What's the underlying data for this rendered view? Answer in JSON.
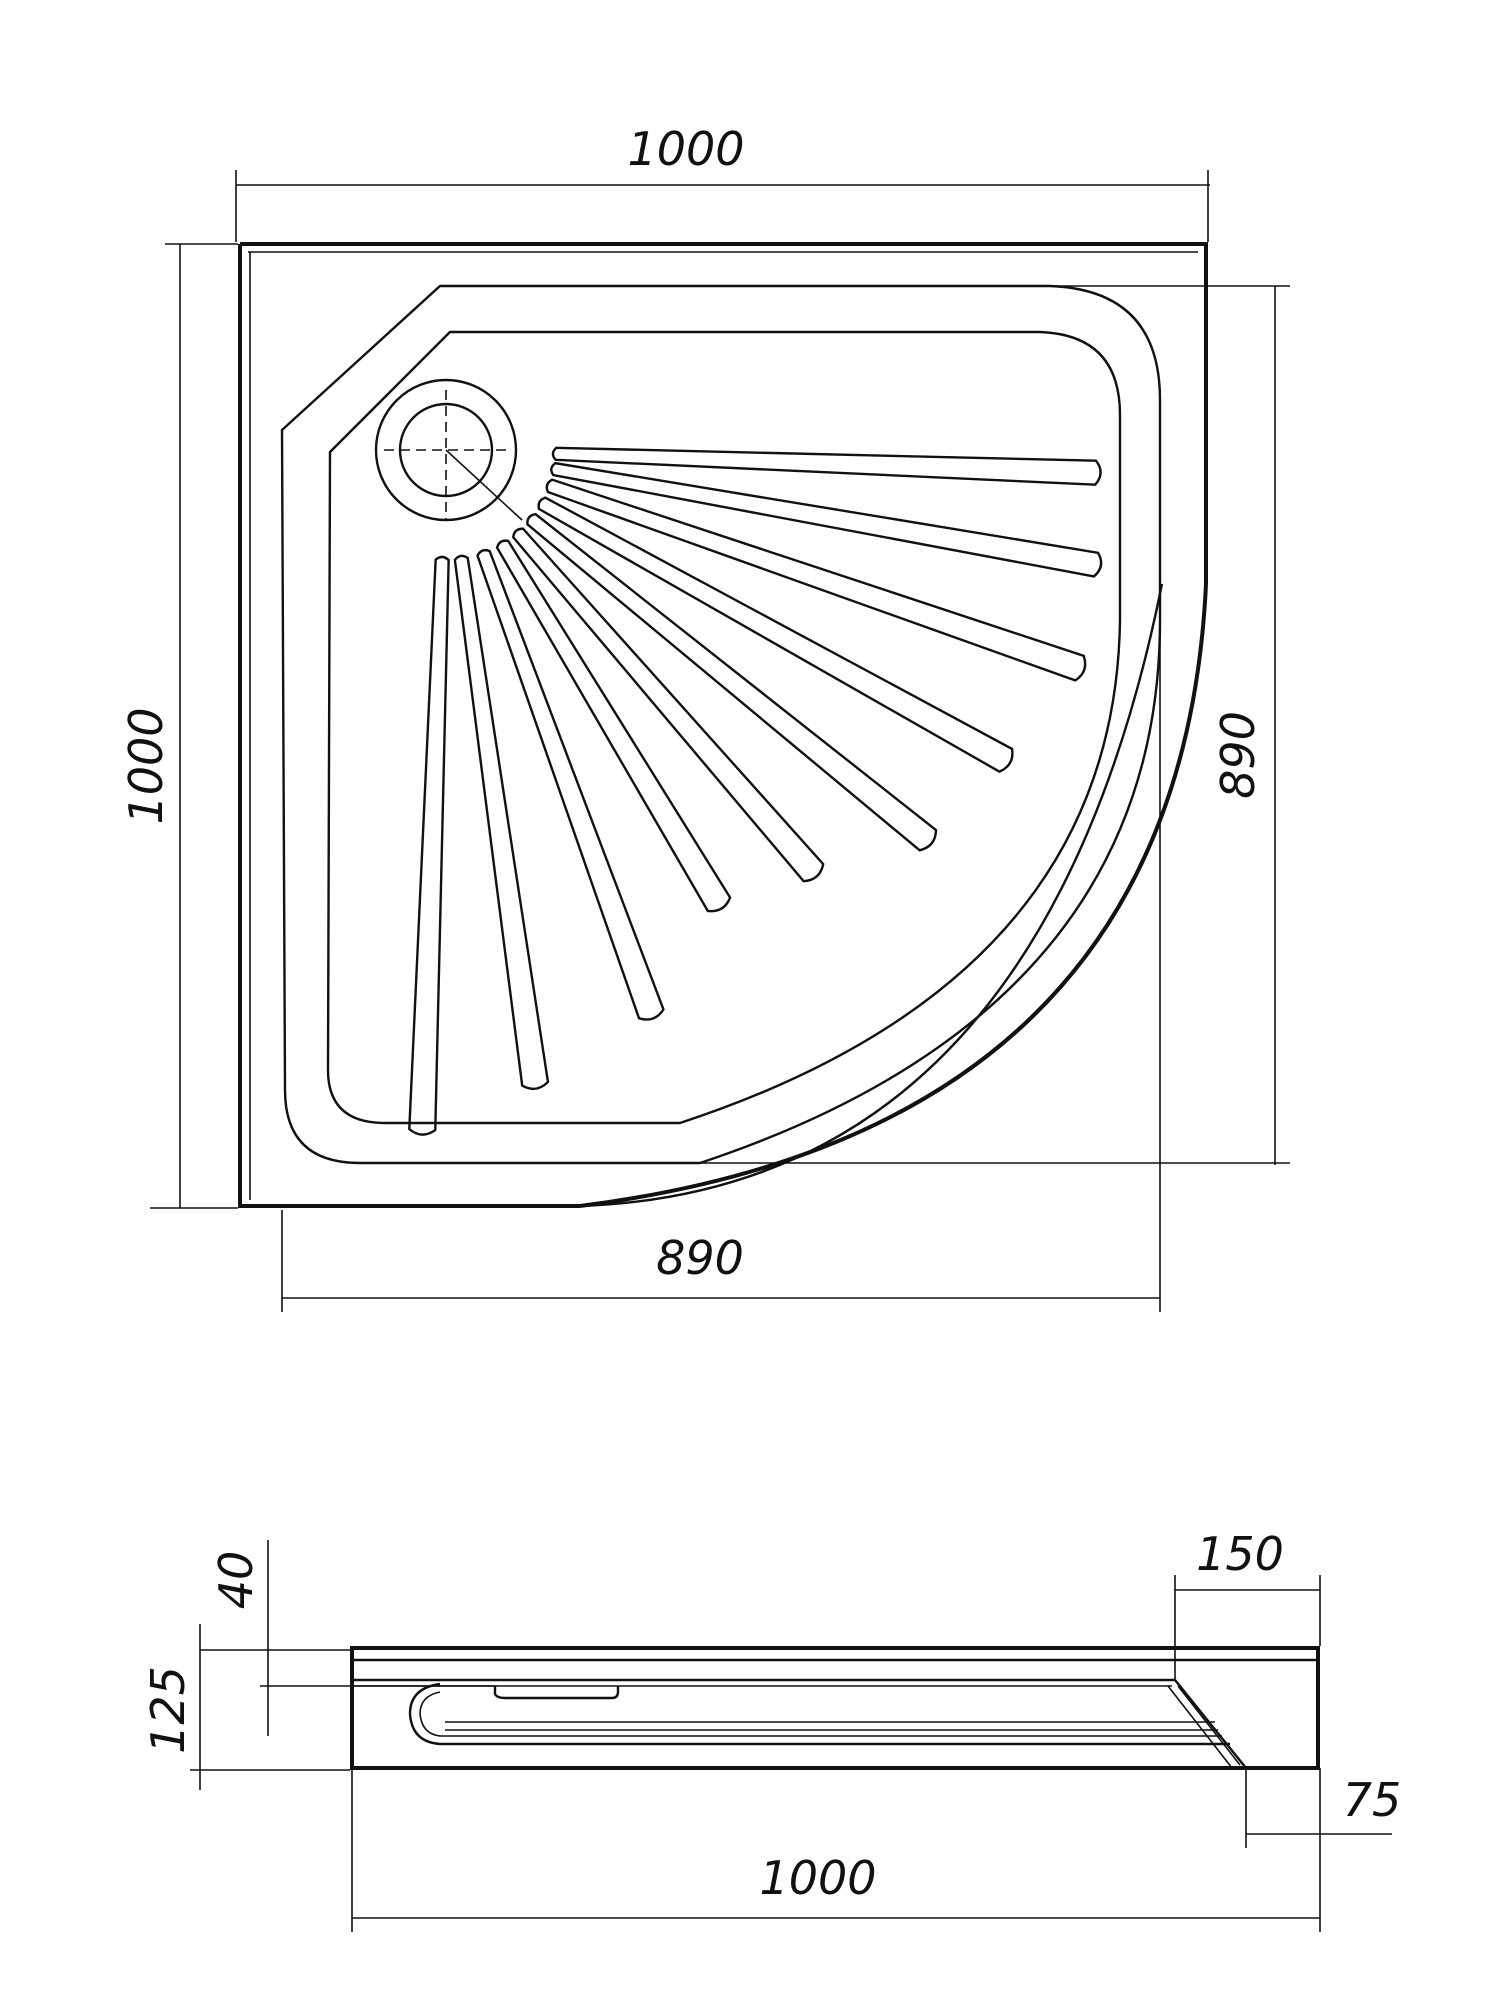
{
  "colors": {
    "line": "#111111",
    "background": "#ffffff"
  },
  "top_view": {
    "width_label": "1000",
    "depth_label": "1000",
    "inner_width_label": "890",
    "inner_depth_label": "890"
  },
  "side_view": {
    "height_label": "125",
    "rim_label": "40",
    "apron_label": "150",
    "base_label": "75",
    "length_label": "1000"
  }
}
